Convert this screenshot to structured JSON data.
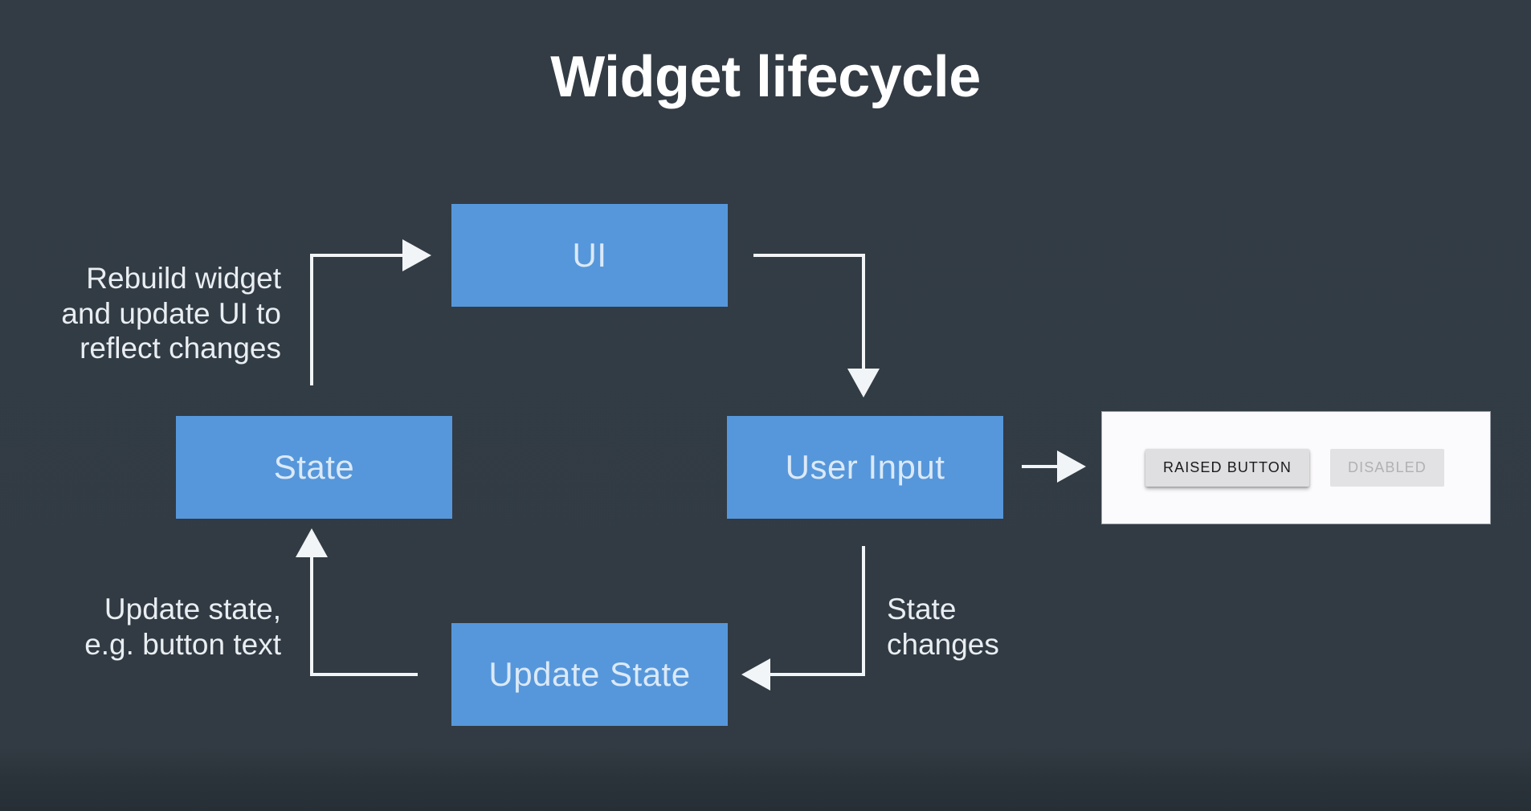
{
  "slide": {
    "title": "Widget lifecycle",
    "background_color": "#323b43",
    "accent_color": "#5697db",
    "text_color": "#e9eef2"
  },
  "nodes": {
    "ui": "UI",
    "state": "State",
    "user_input": "User Input",
    "update_state": "Update State"
  },
  "annotations": {
    "rebuild": "Rebuild widget\nand update UI to\nreflect changes",
    "update": "Update state,\ne.g. button text",
    "state_changes": "State\nchanges"
  },
  "demo_panel": {
    "raised_button_label": "RAISED BUTTON",
    "disabled_button_label": "DISABLED",
    "background_color": "#fbfafc"
  },
  "flow": [
    {
      "from": "state",
      "to": "ui",
      "label": "Rebuild widget and update UI to reflect changes"
    },
    {
      "from": "ui",
      "to": "user_input",
      "label": ""
    },
    {
      "from": "user_input",
      "to": "update_state",
      "label": "State changes"
    },
    {
      "from": "update_state",
      "to": "state",
      "label": "Update state, e.g. button text"
    },
    {
      "from": "user_input",
      "to": "demo_panel",
      "label": ""
    }
  ]
}
